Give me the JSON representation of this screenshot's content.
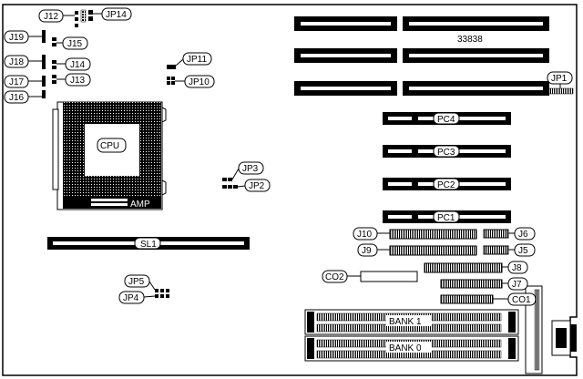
{
  "diagram": {
    "board_number": "33838",
    "cpu_label": "CPU",
    "amp_label": "AMP",
    "slot_labels": {
      "pc4": "PC4",
      "pc3": "PC3",
      "pc2": "PC2",
      "pc1": "PC1",
      "sl1": "SL1"
    },
    "bank_labels": {
      "bank1": "BANK 1",
      "bank0": "BANK 0"
    },
    "callouts": {
      "j12": "J12",
      "jp14": "JP14",
      "j19": "J19",
      "j15": "J15",
      "j18": "J18",
      "j14": "J14",
      "j17": "J17",
      "j13": "J13",
      "j16": "J16",
      "jp11": "JP11",
      "jp10": "JP10",
      "jp3": "JP3",
      "jp2": "JP2",
      "jp5": "JP5",
      "jp4": "JP4",
      "jp1": "JP1",
      "j10": "J10",
      "j6": "J6",
      "j9": "J9",
      "j5": "J5",
      "j8": "J8",
      "co2": "CO2",
      "j7": "J7",
      "co1": "CO1"
    }
  }
}
